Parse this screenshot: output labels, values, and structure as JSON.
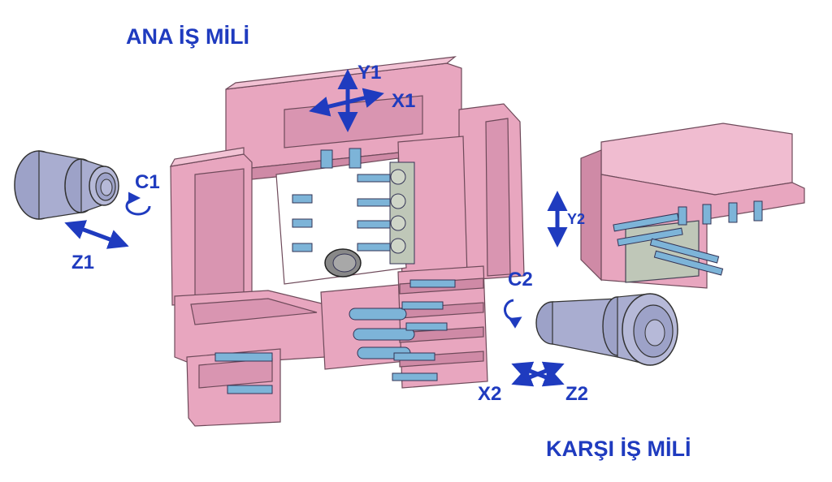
{
  "labels": {
    "main_spindle": "ANA İŞ MİLİ",
    "sub_spindle": "KARŞI İŞ MİLİ",
    "y1": "Y1",
    "x1": "X1",
    "c1": "C1",
    "z1": "Z1",
    "y2": "Y2",
    "c2": "C2",
    "x2": "X2",
    "z2": "Z2"
  },
  "colors": {
    "label": "#1f3bbf",
    "arrow": "#1f3bbf",
    "machine_body": "#e8a6bf",
    "machine_shadow": "#cf8aa6",
    "tool": "#7db4d8",
    "spindle": "#9da2c8",
    "holder": "#bfc7b8"
  }
}
